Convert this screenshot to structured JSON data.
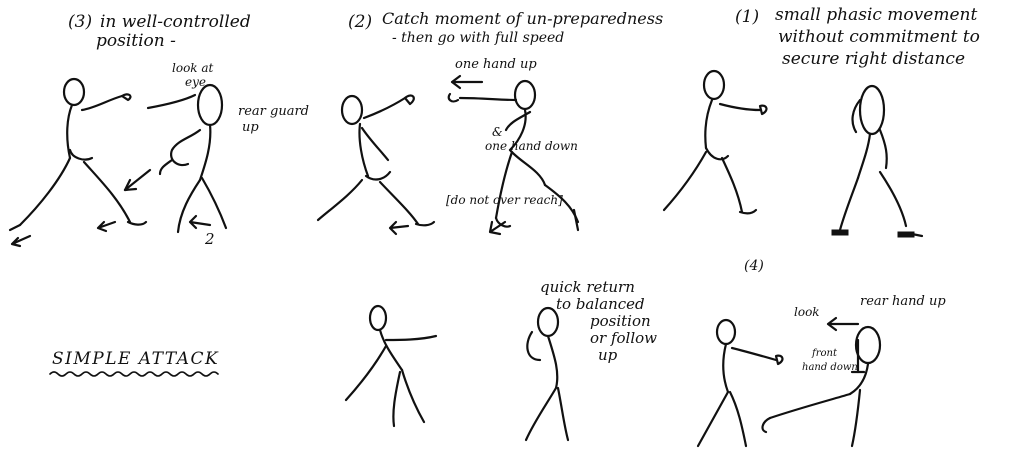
{
  "panels": {
    "p3": {
      "number": "(3)",
      "line1": "in well-controlled",
      "line2": "position -"
    },
    "p2": {
      "number": "(2)",
      "line1": "Catch moment of un-preparedness",
      "line2": "- then go with full speed"
    },
    "p1": {
      "number": "(1)",
      "line1": "small phasic movement",
      "line2": "without commitment to",
      "line3": "secure right distance"
    },
    "p4": {
      "number": "(4)"
    }
  },
  "annotations": {
    "look_at_eye_1": "look at",
    "look_at_eye_2": "eye",
    "rear_guard_1": "rear guard",
    "rear_guard_2": "up",
    "arrow_number": "2",
    "one_hand_up": "one hand up",
    "one_hand_down_1": "&",
    "one_hand_down_2": "one hand down",
    "do_not_overreach": "[do not over reach]",
    "quick_return_1": "quick return",
    "quick_return_2": "to balanced",
    "quick_return_3": "position",
    "quick_return_4": "or follow",
    "quick_return_5": "up",
    "look": "look",
    "rear_hand_up": "rear hand up",
    "front_hand_1": "front",
    "front_hand_2": "hand down"
  },
  "caption": "SIMPLE ATTACK"
}
